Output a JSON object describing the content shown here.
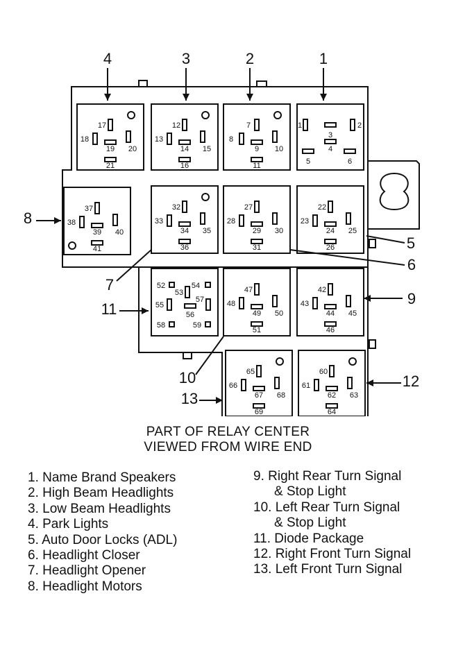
{
  "caption": {
    "line1": "PART OF RELAY CENTER",
    "line2": "VIEWED FROM WIRE END"
  },
  "legend_left": [
    "1. Name Brand Speakers",
    "2. High Beam Headlights",
    "3. Low Beam Headlights",
    "4. Park Lights",
    "5. Auto Door Locks (ADL)",
    "6. Headlight Closer",
    "7. Headlight Opener",
    "8. Headlight Motors"
  ],
  "legend_right": [
    "9. Right Rear Turn Signal",
    "& Stop Light",
    "10. Left Rear Turn Signal",
    "& Stop Light",
    "11. Diode Package",
    "12. Right Front Turn Signal",
    "13. Left Front Turn Signal"
  ],
  "relays": [
    {
      "callout": "1",
      "terminals": [
        "1",
        "2",
        "3",
        "4",
        "5",
        "6"
      ]
    },
    {
      "callout": "2",
      "terminals": [
        "7",
        "8",
        "9",
        "10",
        "11"
      ]
    },
    {
      "callout": "3",
      "terminals": [
        "12",
        "13",
        "14",
        "15",
        "16"
      ]
    },
    {
      "callout": "4",
      "terminals": [
        "17",
        "18",
        "19",
        "20",
        "21"
      ]
    },
    {
      "callout": "5",
      "terminals": [
        "22",
        "23",
        "24",
        "25",
        "26"
      ]
    },
    {
      "callout": "6",
      "terminals": [
        "27",
        "28",
        "29",
        "30",
        "31"
      ]
    },
    {
      "callout": "7",
      "terminals": [
        "32",
        "33",
        "34",
        "35",
        "36"
      ]
    },
    {
      "callout": "8",
      "terminals": [
        "37",
        "38",
        "39",
        "40",
        "41"
      ]
    },
    {
      "callout": "9",
      "terminals": [
        "42",
        "43",
        "44",
        "45",
        "46"
      ]
    },
    {
      "callout": "10",
      "terminals": [
        "47",
        "48",
        "49",
        "50",
        "51"
      ]
    },
    {
      "callout": "11",
      "terminals": [
        "52",
        "53",
        "54",
        "55",
        "56",
        "57",
        "58",
        "59"
      ]
    },
    {
      "callout": "12",
      "terminals": [
        "60",
        "61",
        "62",
        "63",
        "64"
      ]
    },
    {
      "callout": "13",
      "terminals": [
        "65",
        "66",
        "67",
        "68",
        "69"
      ]
    }
  ]
}
